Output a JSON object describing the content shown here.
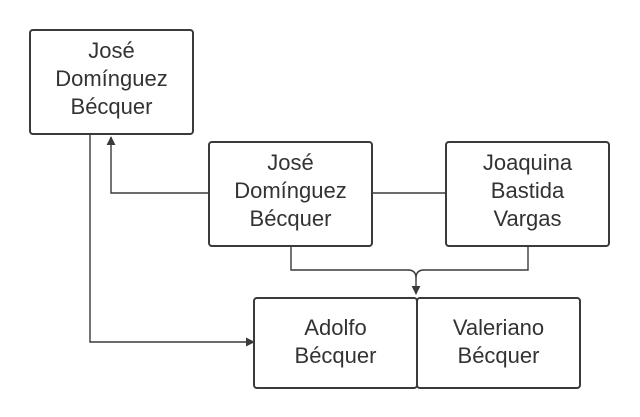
{
  "diagram": {
    "nodes": {
      "top_left": [
        "José",
        "Domínguez",
        "Bécquer"
      ],
      "middle": [
        "José",
        "Domínguez",
        "Bécquer"
      ],
      "right": [
        "Joaquina",
        "Bastida",
        "Vargas"
      ],
      "child_1": [
        "Adolfo",
        "Bécquer"
      ],
      "child_2": [
        "Valeriano",
        "Bécquer"
      ]
    }
  }
}
